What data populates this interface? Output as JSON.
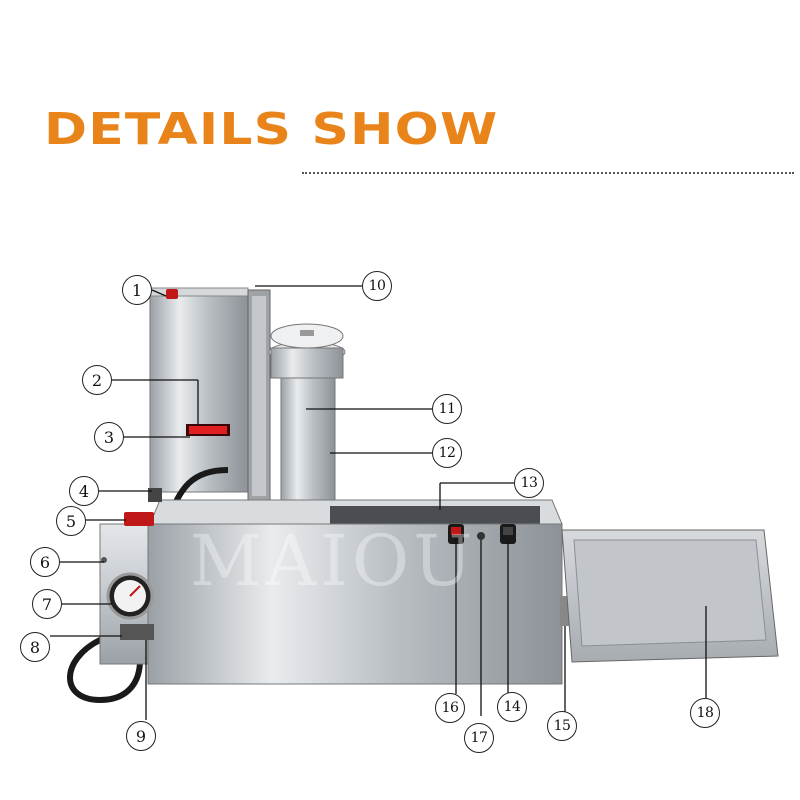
{
  "header": {
    "title": "DETAILS SHOW"
  },
  "watermark": "MAIOU",
  "callouts": [
    "1",
    "2",
    "3",
    "4",
    "5",
    "6",
    "7",
    "8",
    "9",
    "10",
    "11",
    "12",
    "13",
    "14",
    "15",
    "16",
    "17",
    "18"
  ],
  "colors": {
    "title": "#e8841a",
    "steel": "#c9cdd2",
    "indicator": "#d01818"
  }
}
